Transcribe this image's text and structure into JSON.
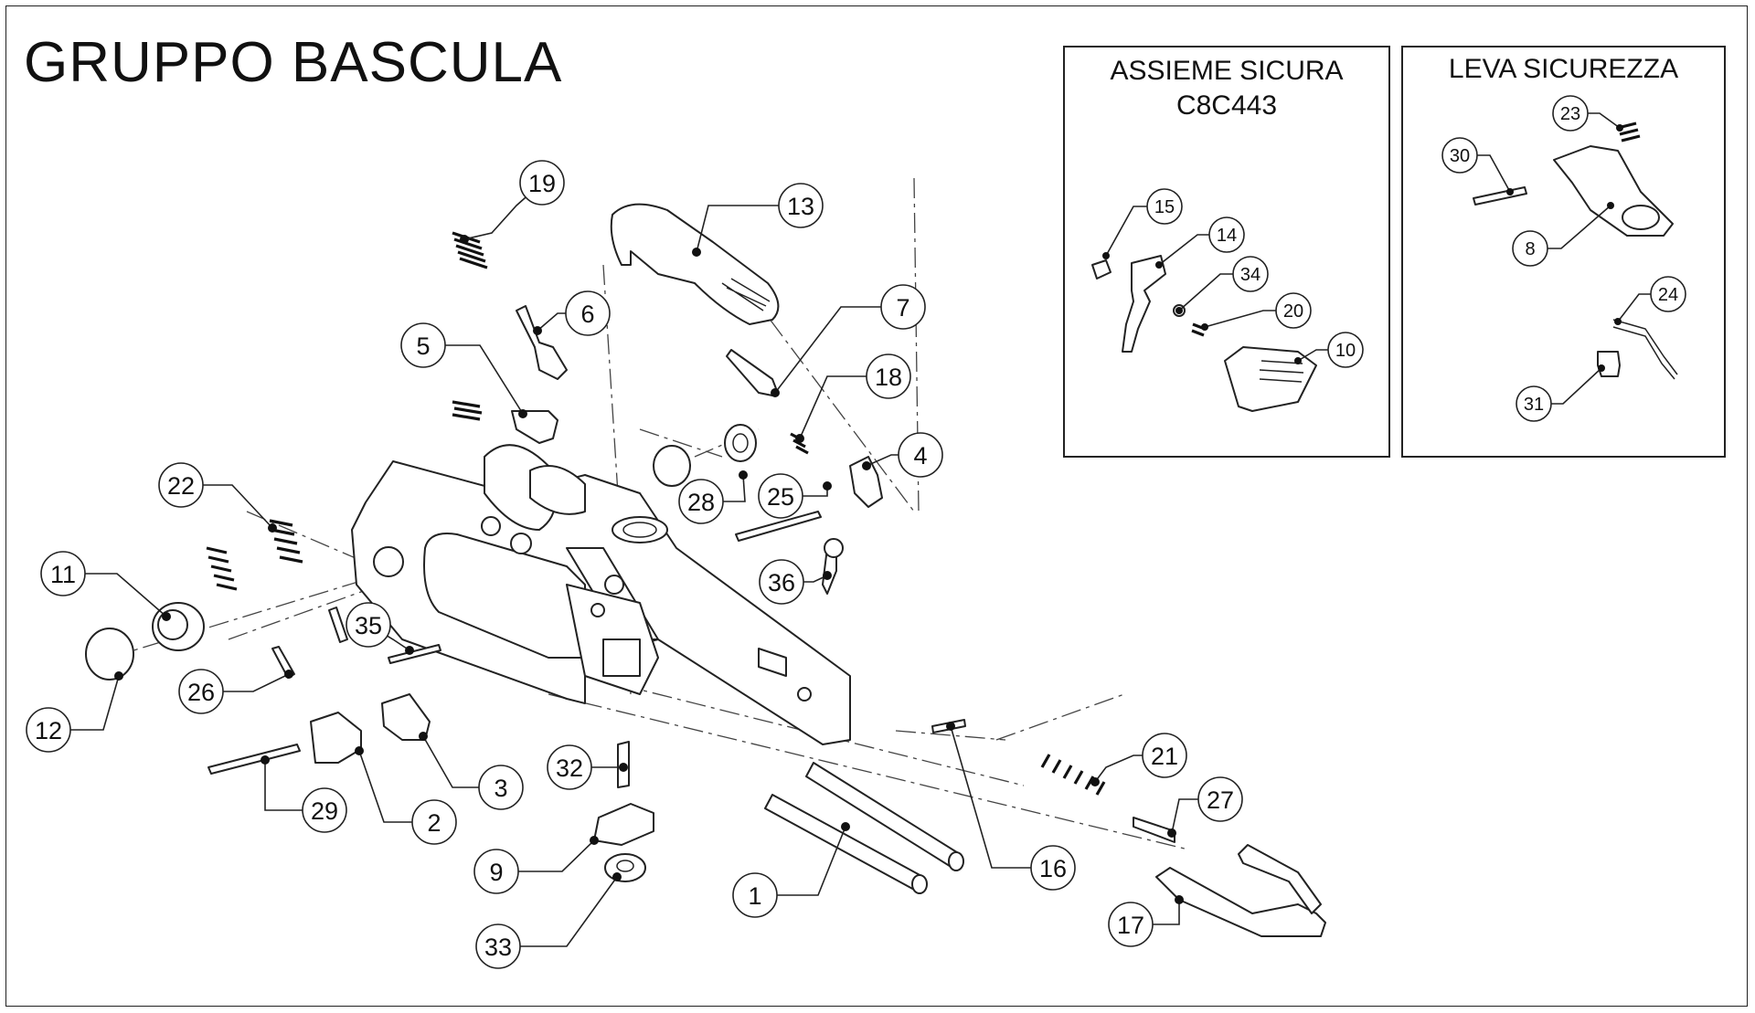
{
  "diagram": {
    "title": "GRUPPO BASCULA",
    "inset_safety_assembly": {
      "title_line1": "ASSIEME SICURA",
      "title_line2": "C8C443",
      "callouts": [
        "15",
        "14",
        "34",
        "20",
        "10"
      ]
    },
    "inset_safety_lever": {
      "title": "LEVA SICUREZZA",
      "callouts": [
        "23",
        "30",
        "8",
        "24",
        "31"
      ]
    },
    "callouts": [
      "19",
      "13",
      "6",
      "7",
      "5",
      "18",
      "4",
      "28",
      "25",
      "36",
      "22",
      "11",
      "35",
      "26",
      "12",
      "29",
      "2",
      "3",
      "32",
      "9",
      "33",
      "1",
      "21",
      "27",
      "16",
      "17"
    ]
  }
}
